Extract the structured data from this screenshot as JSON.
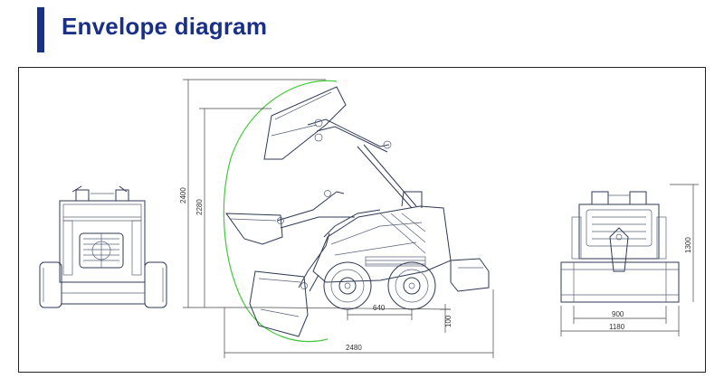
{
  "header": {
    "title": "Envelope diagram",
    "accent_color": "#1a2f86"
  },
  "dimensions": {
    "max_lift_height": "2400",
    "hinge_pin_height": "2280",
    "wheel_base": "640",
    "ground_clearance": "100",
    "overall_length": "2480",
    "overall_height": "1300",
    "track_width": "900",
    "overall_width": "1180"
  },
  "colors": {
    "envelope_arc": "#46c83c",
    "line": "#2f3a55"
  }
}
